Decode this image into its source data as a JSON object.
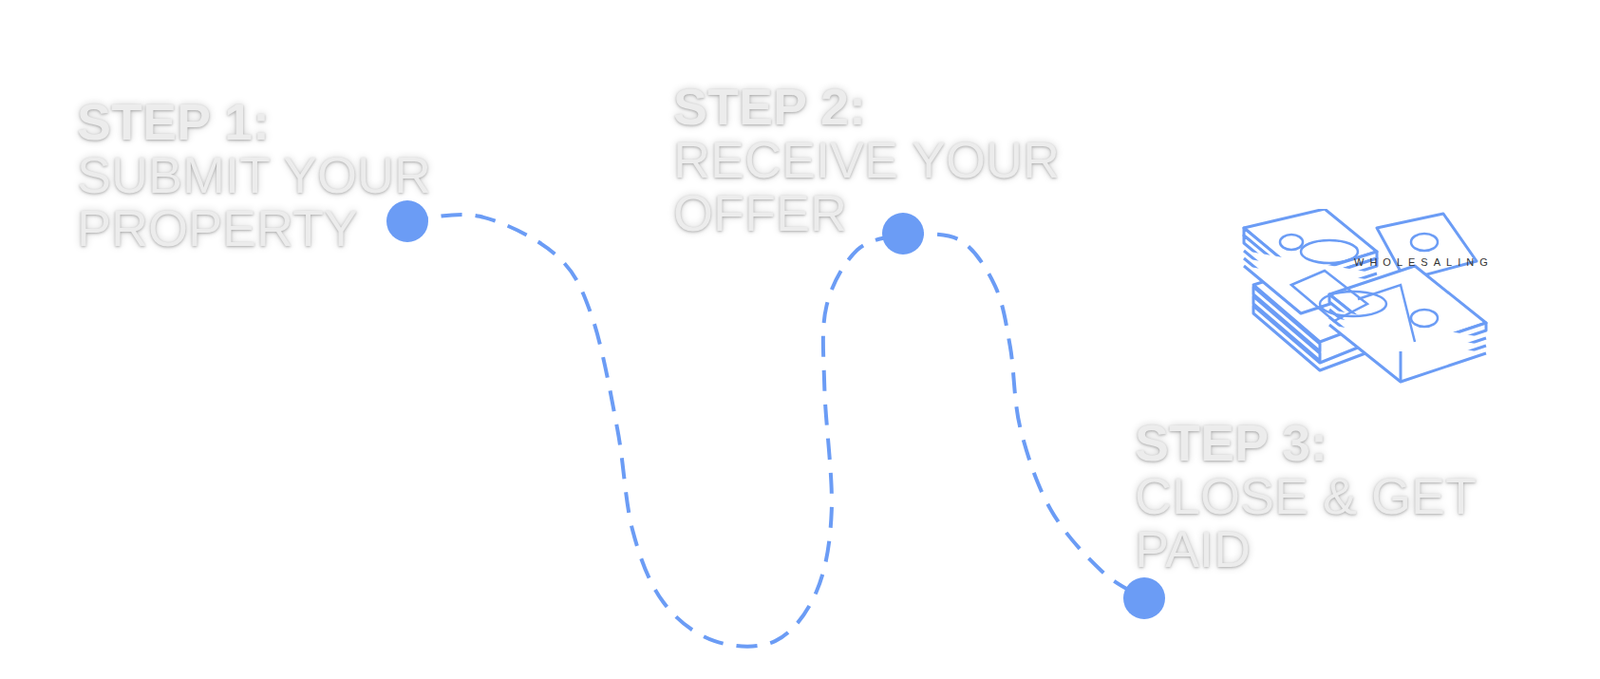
{
  "diagram": {
    "nodes": [
      {
        "text": [
          "STEP 1:",
          "SUBMIT YOUR PROPERTY"
        ]
      },
      {
        "text": [
          "STEP 2:",
          "RECEIVE YOUR OFFER"
        ]
      },
      {
        "text": [
          "STEP 3:",
          "CLOSE & GET PAID"
        ]
      }
    ],
    "edges": [
      {
        "from": 0,
        "to": 1,
        "arrow": "none"
      },
      {
        "from": 1,
        "to": 2,
        "arrow": "none"
      }
    ],
    "labels": [
      "WHOLESALING"
    ]
  }
}
